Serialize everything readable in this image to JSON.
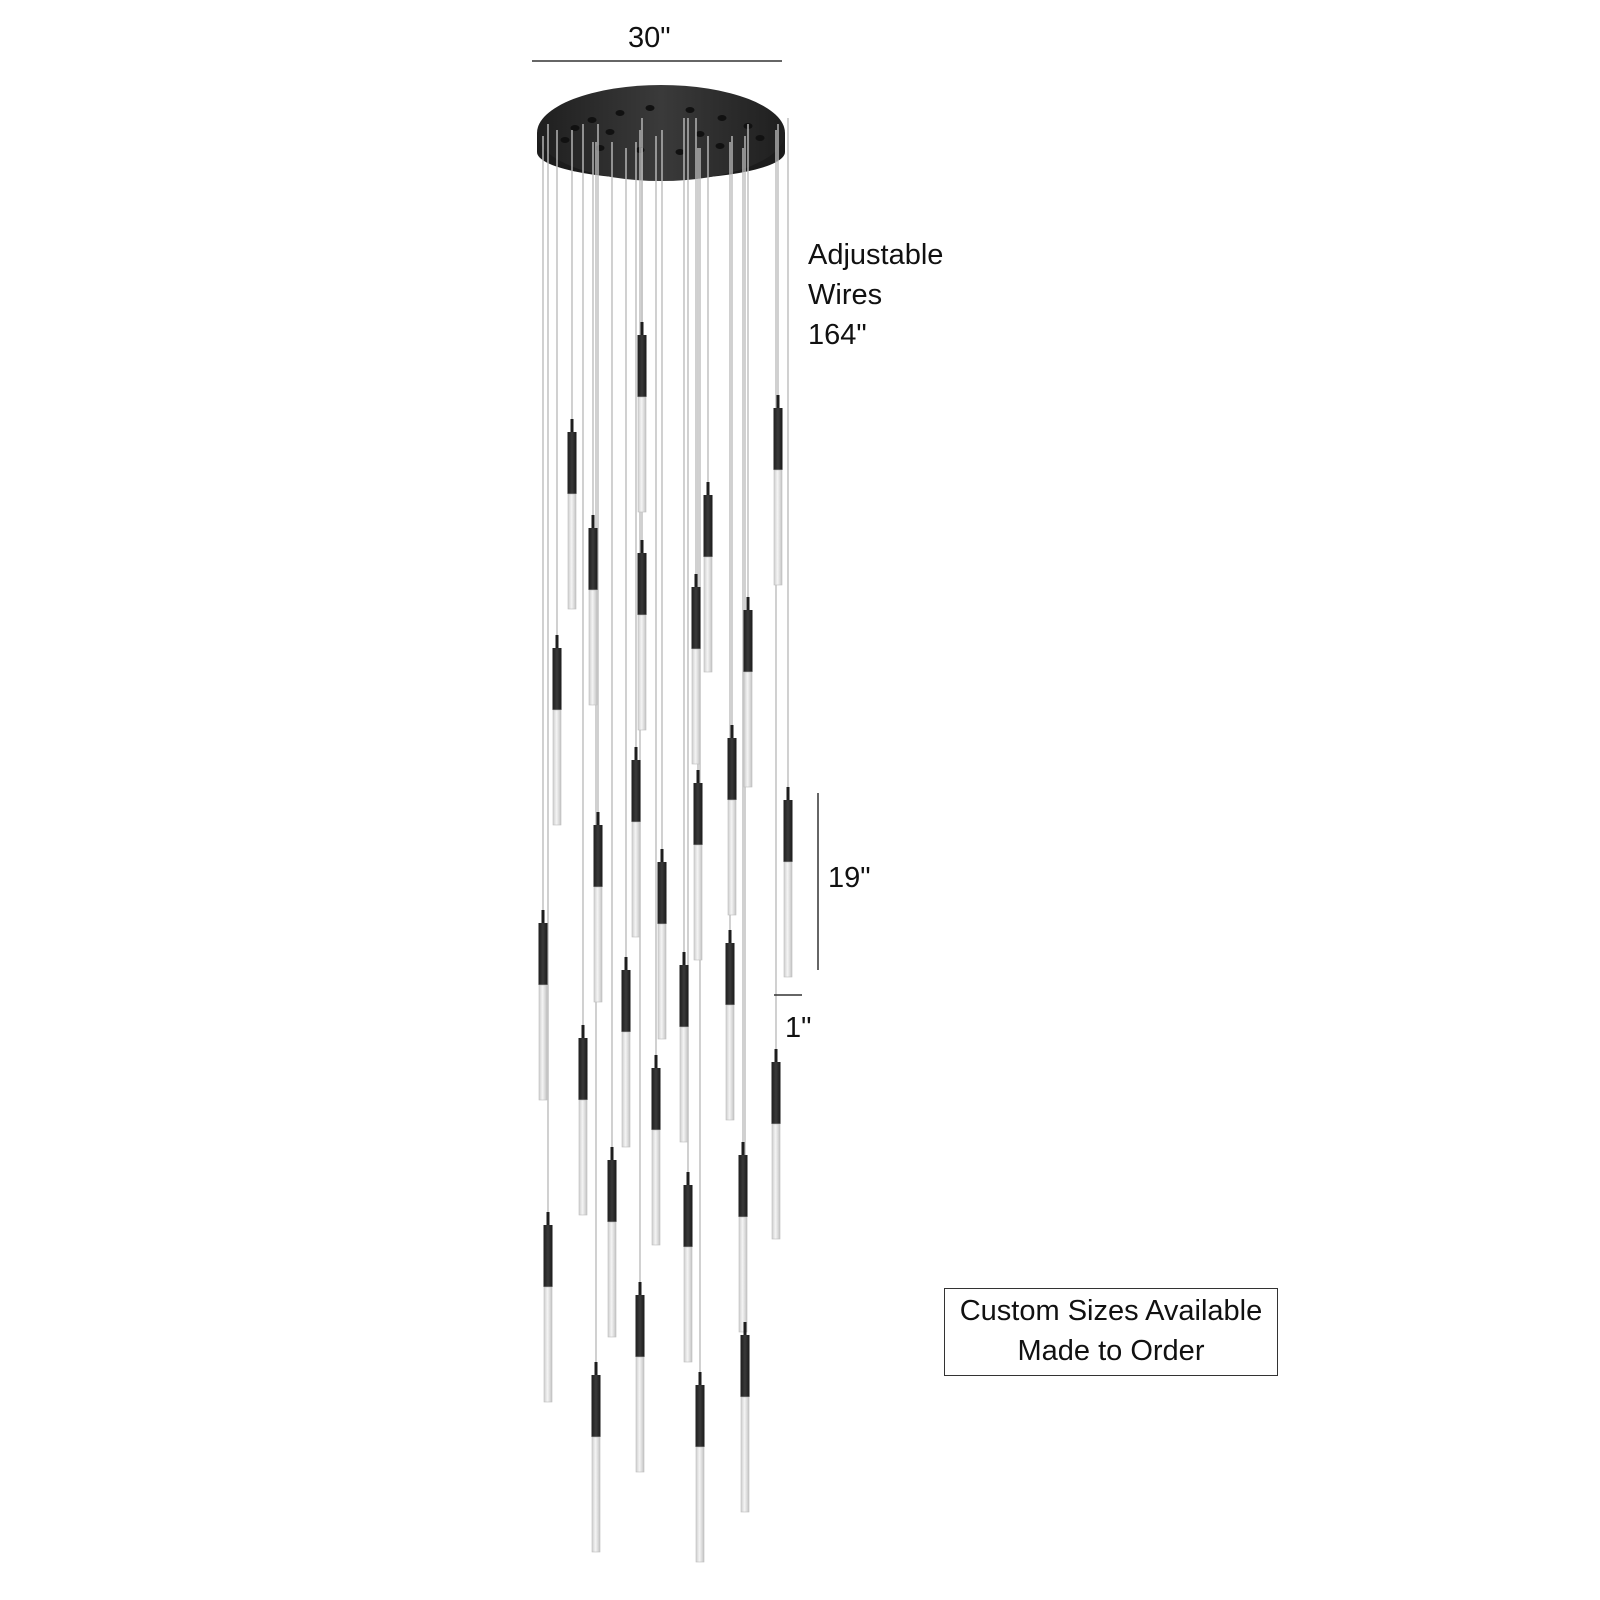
{
  "dimensions": {
    "canopy_width": "30\"",
    "wires_label": [
      "Adjustable",
      "Wires",
      "164\""
    ],
    "pendant_length": "19\"",
    "pendant_gap": "1\""
  },
  "notice": {
    "line1": "Custom Sizes Available",
    "line2": "Made to Order"
  },
  "colors": {
    "canopy": "#2d2d2d",
    "pendant_body": "#2b2b2b",
    "glass": "#e3e3e3",
    "wire": "#bdbdbd",
    "dimension_line": "#333333"
  }
}
